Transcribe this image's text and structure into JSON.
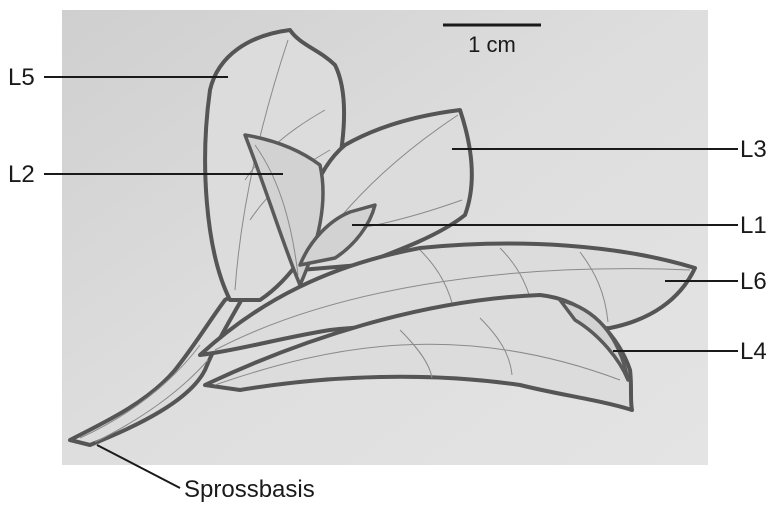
{
  "scale_bar": {
    "label": "1 cm"
  },
  "labels": {
    "l5": "L5",
    "l2": "L2",
    "l3": "L3",
    "l1": "L1",
    "l6": "L6",
    "l4": "L4",
    "base": "Sprossbasis"
  },
  "colors": {
    "paper": "#d9d9d9",
    "pencil": "#555555",
    "text": "#1a1a1a"
  }
}
